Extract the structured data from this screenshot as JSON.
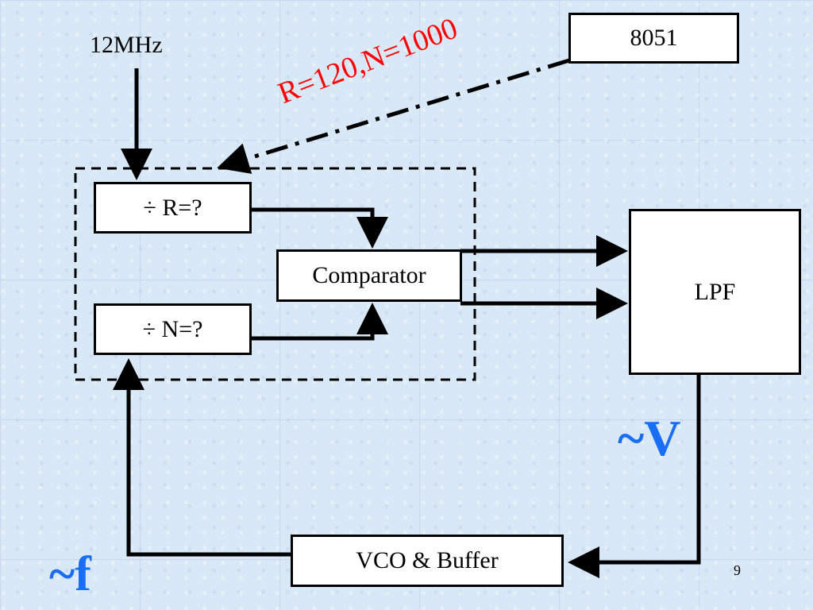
{
  "clock_label": "12MHz",
  "mcu_label": "8051",
  "control_label": "R=120,N=1000",
  "divider_r_label": "÷ R=?",
  "divider_n_label": "÷ N=?",
  "comparator_label": "Comparator",
  "lpf_label": "LPF",
  "vco_label": "VCO & Buffer",
  "voltage_label": "~V",
  "frequency_label": "~f",
  "page_number": "9",
  "colors": {
    "control_text": "#ff0000",
    "accent_text": "#1a6ef5"
  }
}
